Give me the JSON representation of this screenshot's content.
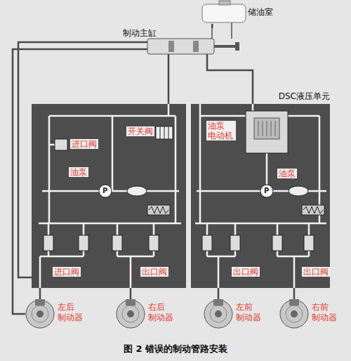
{
  "diagram": {
    "caption": "图 2 错误的制动管路安装",
    "nodes": [
      {
        "text": [
          "储油室"
        ]
      },
      {
        "text": [
          "制动主缸"
        ]
      },
      {
        "text": [
          "DSC液压单元"
        ]
      },
      {
        "text": [
          "左后 制动器"
        ]
      },
      {
        "text": [
          "右后 制动器"
        ]
      },
      {
        "text": [
          "左前 制动器"
        ]
      },
      {
        "text": [
          "右前 制动器"
        ]
      }
    ],
    "edges": [
      {
        "from": 0,
        "to": 1,
        "arrow": "none"
      },
      {
        "from": 1,
        "to": 2,
        "arrow": "none"
      },
      {
        "from": 1,
        "to": 3,
        "arrow": "none"
      },
      {
        "from": 2,
        "to": 3,
        "arrow": "none"
      },
      {
        "from": 2,
        "to": 4,
        "arrow": "none"
      },
      {
        "from": 2,
        "to": 5,
        "arrow": "none"
      },
      {
        "from": 2,
        "to": 6,
        "arrow": "none"
      }
    ],
    "labels": [
      "进口阀",
      "开关阀",
      "油泵",
      "P",
      "油泵 电动机",
      "油泵",
      "P",
      "进口阀",
      "出口阀",
      "出口阀",
      "出口阀"
    ]
  }
}
